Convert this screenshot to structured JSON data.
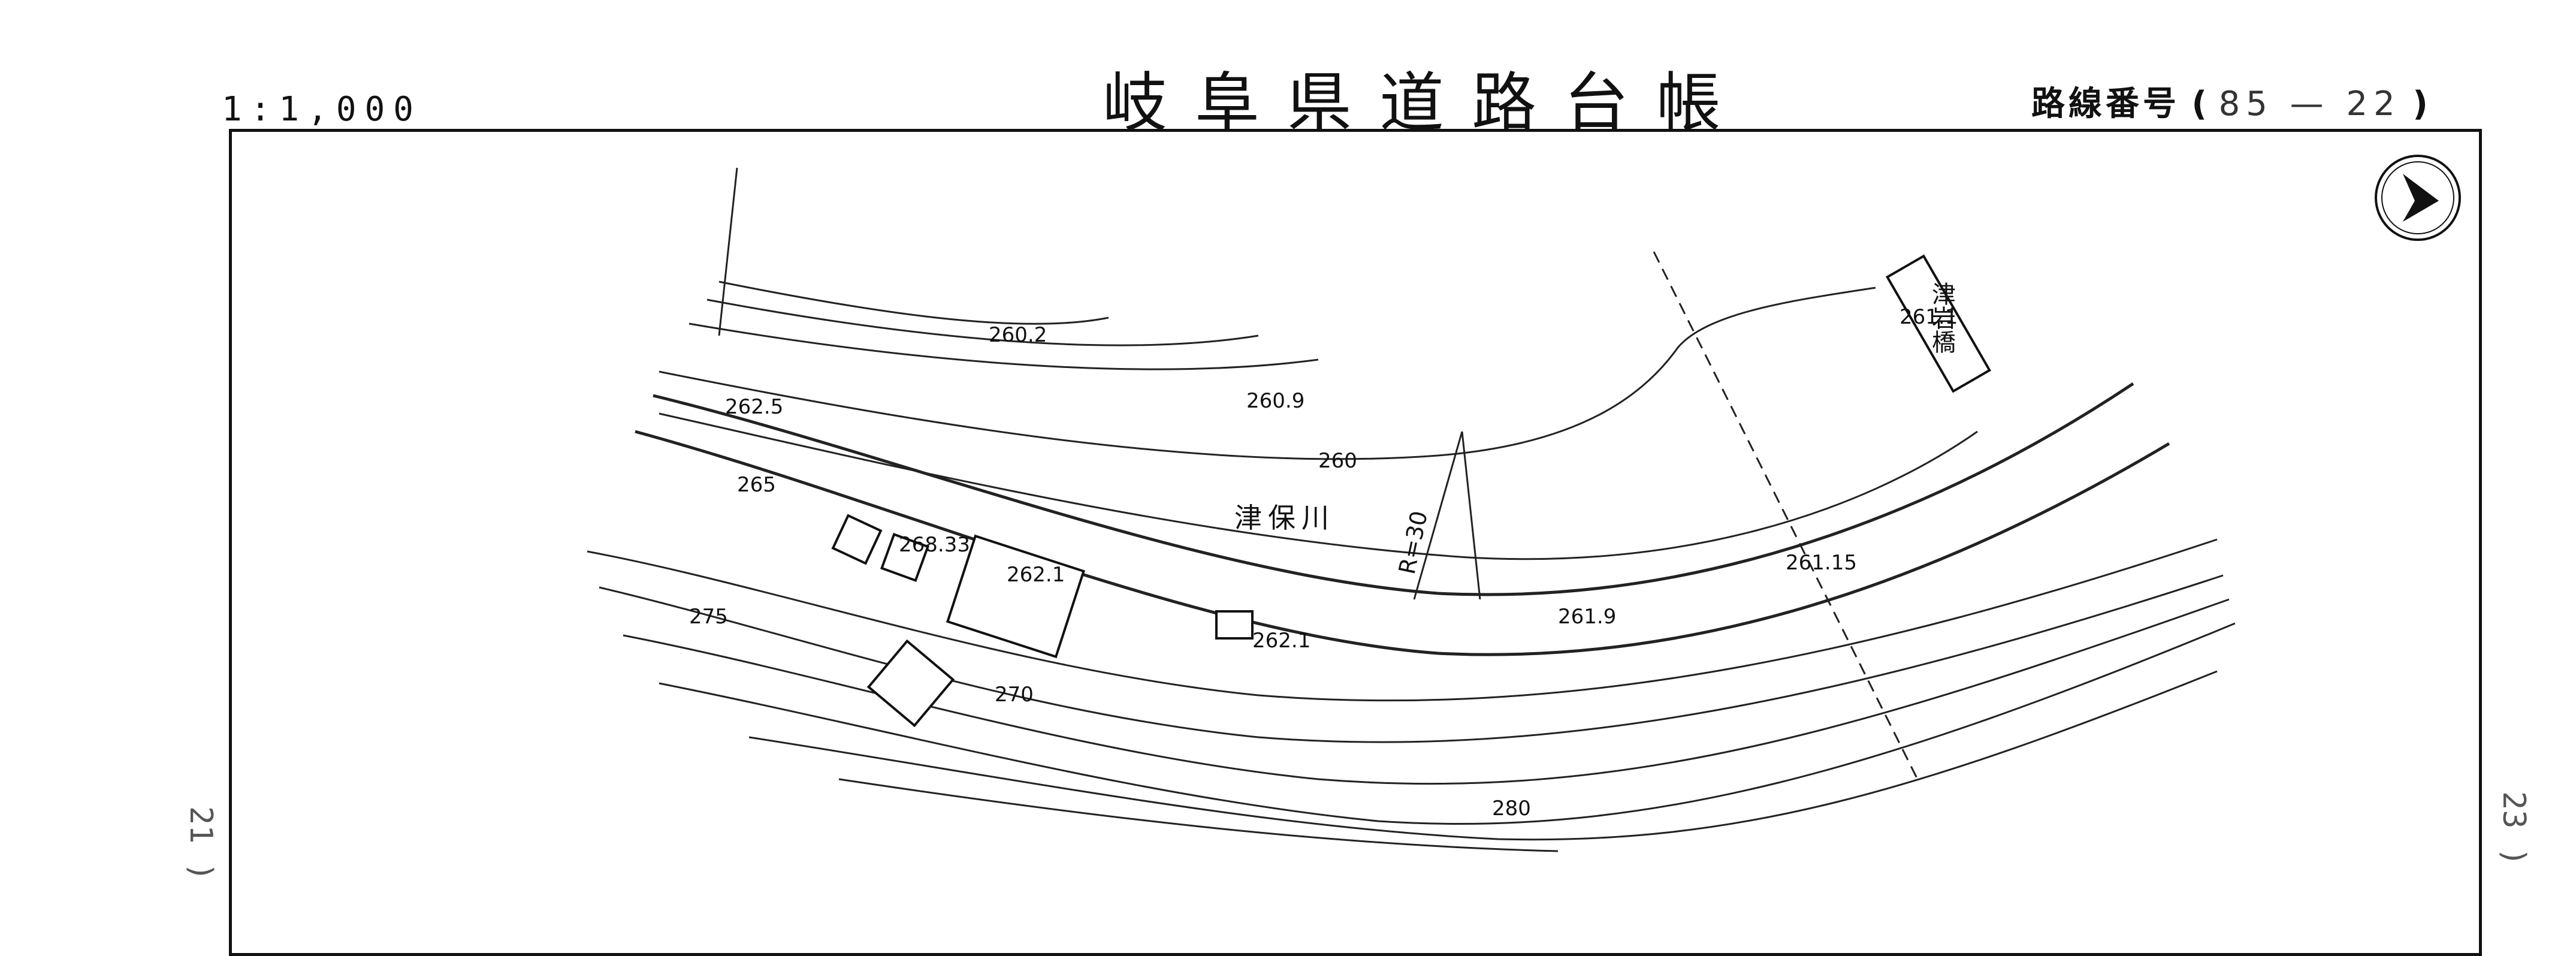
{
  "header": {
    "scale": "1:1,000",
    "title": "岐阜県道路台帳",
    "route_label": "路線番号",
    "route_open": "(",
    "route_number": "85 — 22",
    "route_close": ")"
  },
  "sheet_refs": {
    "left": "21 )",
    "right": "23 )"
  },
  "map": {
    "river_name": "津保川",
    "bridge_name": "津岩橋",
    "curve_label": "R=30",
    "contours": [
      "260",
      "265",
      "270",
      "275",
      "280"
    ],
    "elevations": [
      "260.2",
      "260.9",
      "262.5",
      "268.33",
      "262.1",
      "262.1",
      "261.9",
      "261.1",
      "261.15"
    ]
  },
  "icons": {
    "north_arrow": "north-arrow-icon"
  }
}
